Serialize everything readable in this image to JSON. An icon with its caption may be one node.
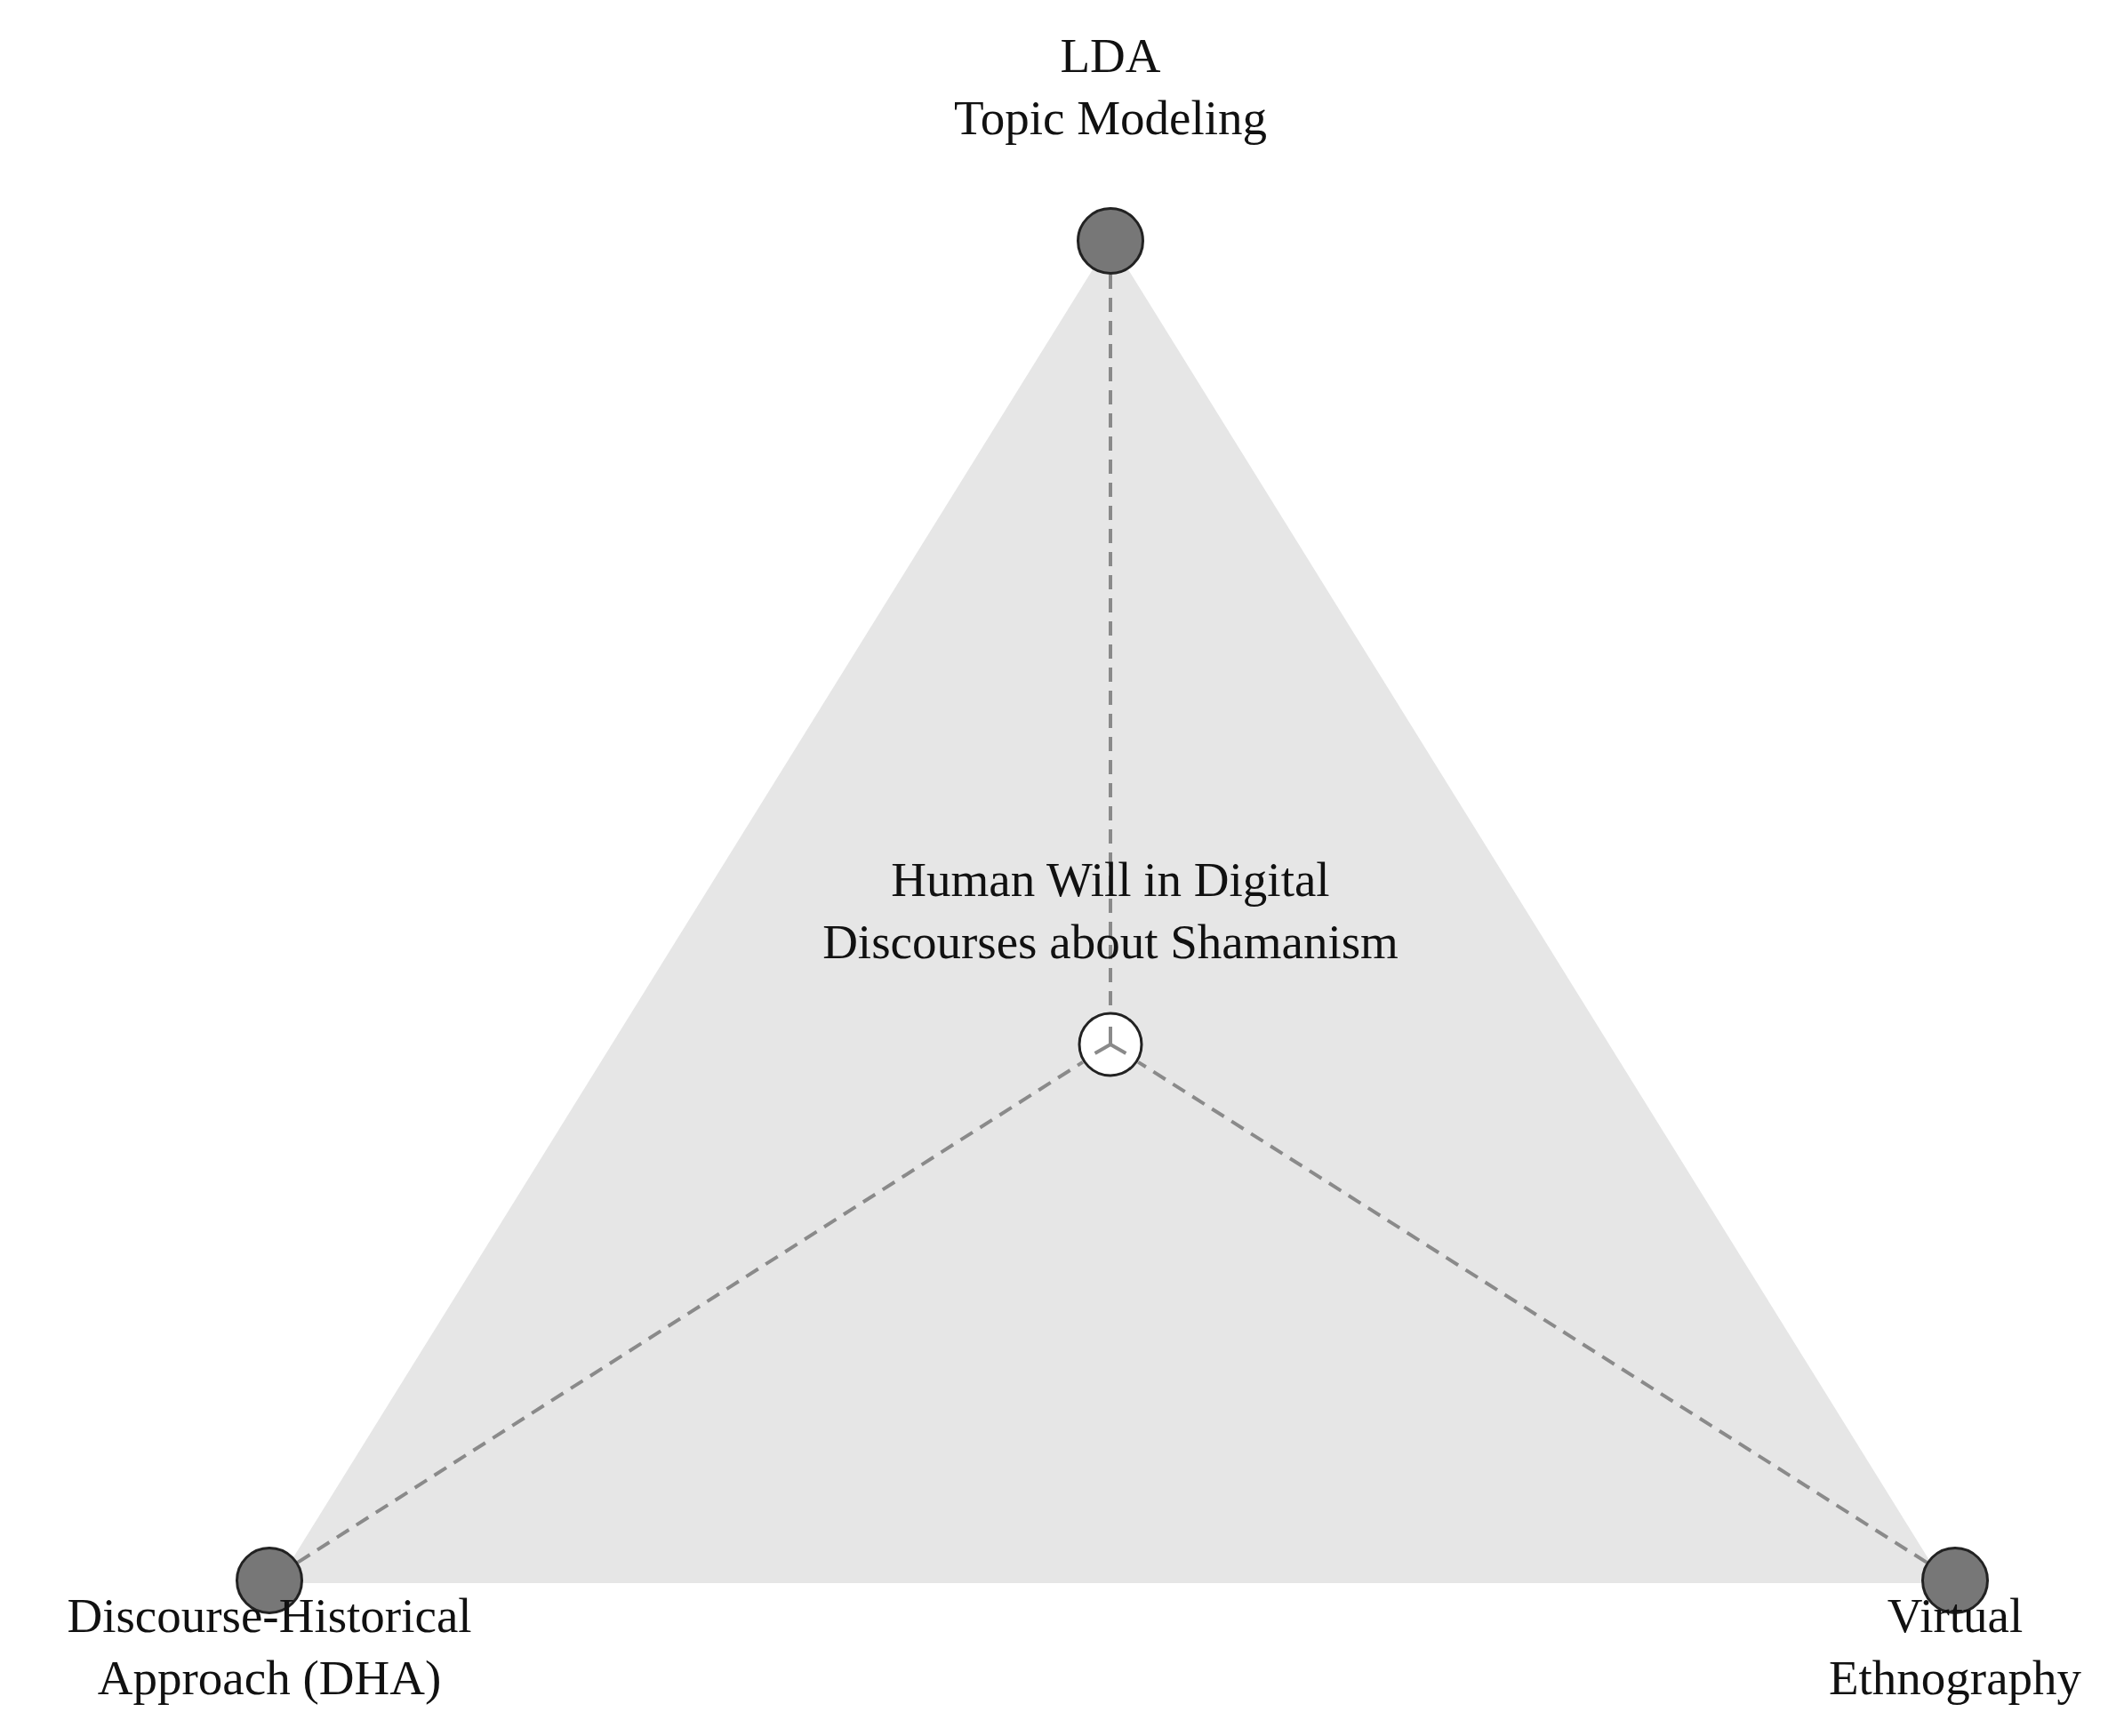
{
  "diagram": {
    "nodes": [
      {
        "text": [
          "LDA Topic Modeling"
        ]
      },
      {
        "text": [
          "Human Will in Digital Discourses about Shamanism"
        ]
      },
      {
        "text": [
          "Discourse-Historical Approach (DHA)"
        ]
      },
      {
        "text": [
          "Virtual Ethnography"
        ]
      }
    ],
    "edges": [
      {
        "from": 0,
        "to": 1,
        "arrow": "none",
        "style": "dashed"
      },
      {
        "from": 2,
        "to": 1,
        "arrow": "none",
        "style": "dashed"
      },
      {
        "from": 3,
        "to": 1,
        "arrow": "none",
        "style": "dashed"
      }
    ]
  }
}
